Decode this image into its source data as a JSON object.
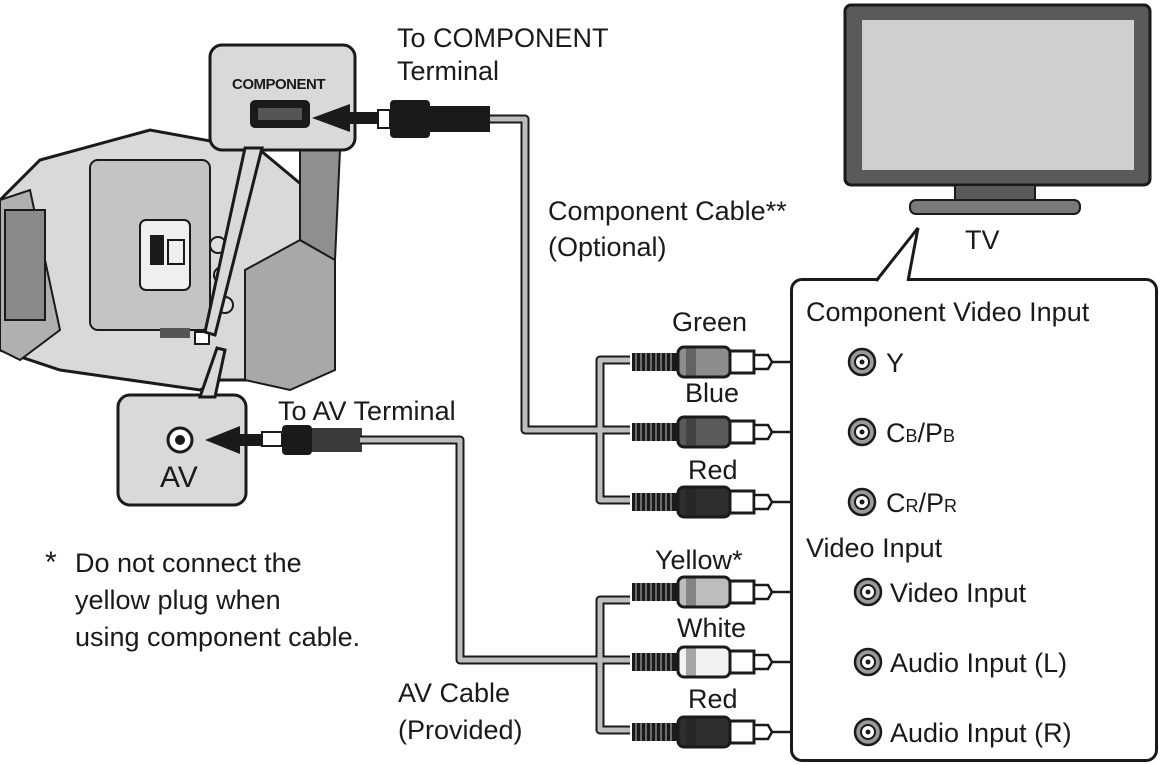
{
  "component_terminal_label": "To COMPONENT\nTerminal",
  "component_port_text": "COMPONENT",
  "component_cable_label": "Component Cable**",
  "component_cable_note": "(Optional)",
  "tv_label": "TV",
  "av_terminal_label": "To AV Terminal",
  "av_port_text": "AV",
  "footnote": [
    "Do not connect the",
    "yellow plug when",
    "using component cable."
  ],
  "footnote_mark": "*",
  "av_cable_label": "AV Cable",
  "av_cable_note": "(Provided)",
  "component_video_input_heading": "Component Video Input",
  "video_input_heading": "Video Input",
  "plugs": [
    {
      "color_name": "Green",
      "color": "#8c8c8c"
    },
    {
      "color_name": "Blue",
      "color": "#5a5a5a"
    },
    {
      "color_name": "Red",
      "color": "#2e2e2e"
    },
    {
      "color_name": "Yellow*",
      "color": "#bdbdbd"
    },
    {
      "color_name": "White",
      "color": "#f2f2f2"
    },
    {
      "color_name": "Red",
      "color": "#2e2e2e"
    }
  ],
  "inputs": {
    "y": "Y",
    "cb_main": "C",
    "cb_sub1": "B",
    "cb_mid": "/P",
    "cb_sub2": "B",
    "cr_main": "C",
    "cr_sub1": "R",
    "cr_mid": "/P",
    "cr_sub2": "R",
    "video": "Video Input",
    "audio_l": "Audio Input (L)",
    "audio_r": "Audio Input (R)"
  }
}
